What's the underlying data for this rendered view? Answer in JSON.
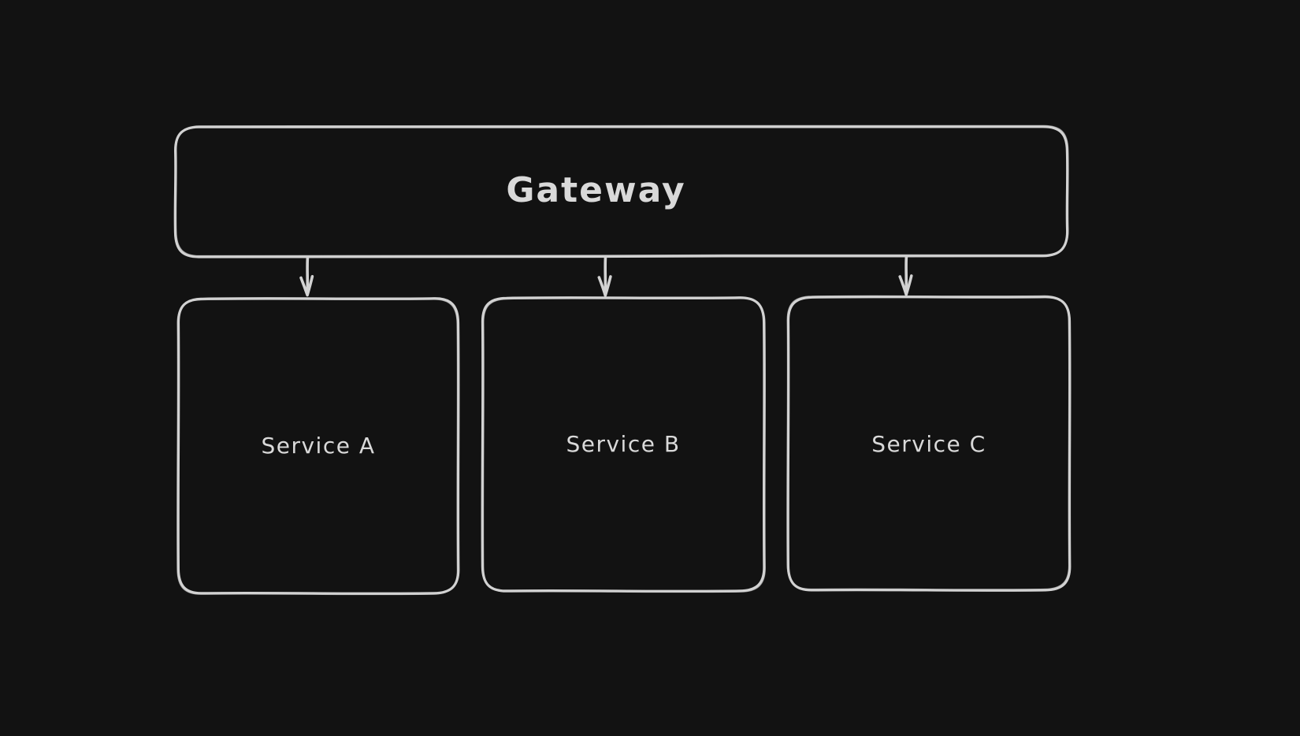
{
  "theme": {
    "bg": "#121212",
    "stroke": "#d2d2d2",
    "text": "#d9d9d9"
  },
  "diagram": {
    "kind": "hand-drawn-flow-diagram",
    "style": "excalidraw-dark",
    "nodes": [
      {
        "id": "gateway",
        "label": "Gateway",
        "shape": "rounded-rectangle"
      },
      {
        "id": "service-a",
        "label": "Service A",
        "shape": "rounded-rectangle"
      },
      {
        "id": "service-b",
        "label": "Service B",
        "shape": "rounded-rectangle"
      },
      {
        "id": "service-c",
        "label": "Service C",
        "shape": "rounded-rectangle"
      }
    ],
    "edges": [
      {
        "from": "gateway",
        "to": "service-a",
        "type": "arrow-down"
      },
      {
        "from": "gateway",
        "to": "service-b",
        "type": "arrow-down"
      },
      {
        "from": "gateway",
        "to": "service-c",
        "type": "arrow-down"
      }
    ]
  }
}
